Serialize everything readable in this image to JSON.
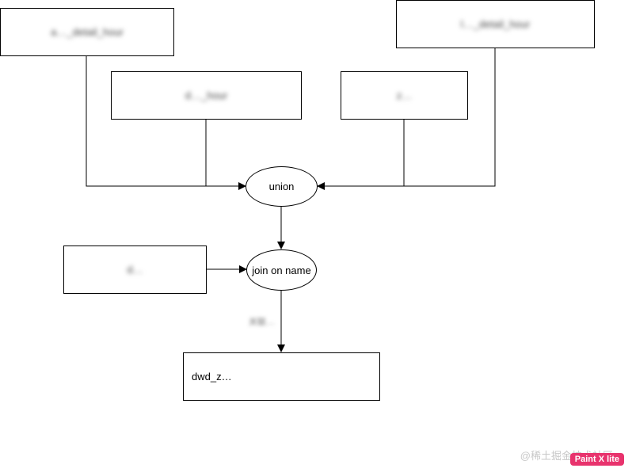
{
  "nodes": {
    "src1": "a…_detail_hour",
    "src2": "d…_hour",
    "src3": "z…",
    "src4": "l…_detail_hour",
    "union": "union",
    "dim": "d…",
    "join": "join on name",
    "target": "dwd_z…"
  },
  "edge_label": "关联…",
  "watermark": "@稀土掘金技术社区",
  "badge": "Paint X lite"
}
